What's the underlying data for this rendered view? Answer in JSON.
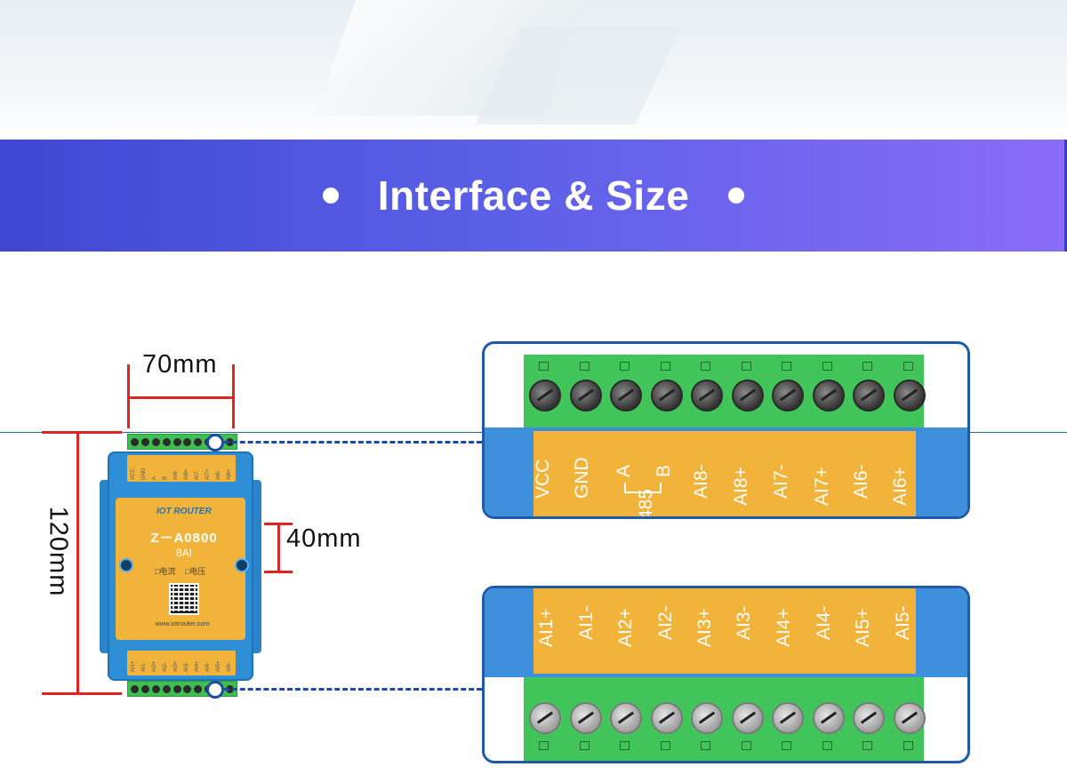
{
  "banner": {
    "title": "Interface & Size"
  },
  "dimensions": {
    "width": "70mm",
    "height": "120mm",
    "depth": "40mm"
  },
  "device": {
    "brand": "IOT ROUTER",
    "model": "Z－A0800",
    "channels": "8AI",
    "mode_current": "□电流",
    "mode_voltage": "□电压",
    "url": "www.iotrouter.com",
    "top_strip": [
      "VCC",
      "GND",
      "A",
      "B",
      "AI8-",
      "AI8+",
      "AI7-",
      "AI7+",
      "AI6-",
      "AI6+"
    ],
    "bottom_strip": [
      "AI1+",
      "AI1-",
      "AI2+",
      "AI2-",
      "AI3+",
      "AI3-",
      "AI4+",
      "AI4-",
      "AI5+",
      "AI5-"
    ]
  },
  "top_terminal": {
    "labels": [
      "VCC",
      "GND",
      "A",
      "B",
      "AI8-",
      "AI8+",
      "AI7-",
      "AI7+",
      "AI6-",
      "AI6+"
    ],
    "rs485_label": "485"
  },
  "bottom_terminal": {
    "labels": [
      "AI1+",
      "AI1-",
      "AI2+",
      "AI2-",
      "AI3+",
      "AI3-",
      "AI4+",
      "AI4-",
      "AI5+",
      "AI5-"
    ]
  }
}
